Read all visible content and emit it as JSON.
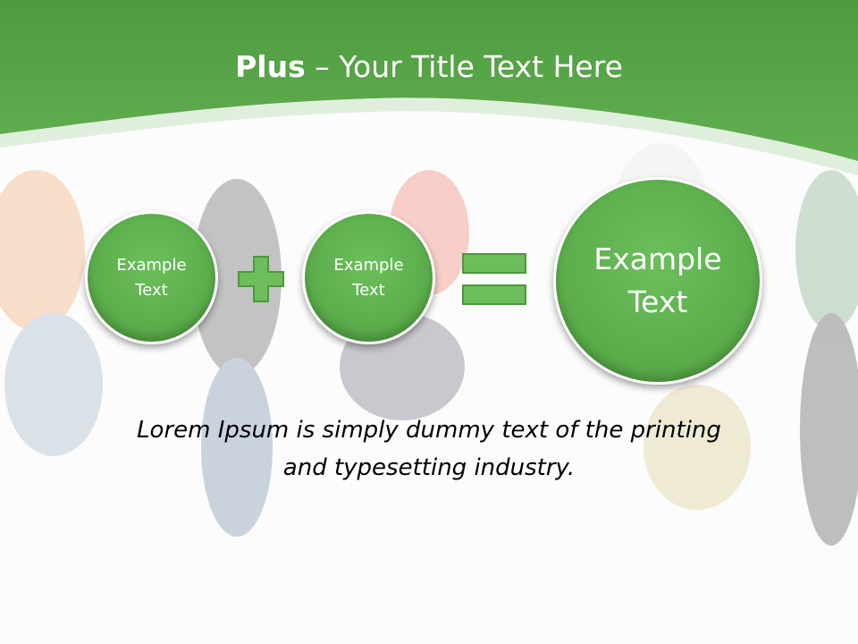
{
  "slide": {
    "title_bold": "Plus",
    "title_rest": " – Your Title Text Here",
    "circles": [
      {
        "text": "Example\nText"
      },
      {
        "text": "Example\nText"
      },
      {
        "text": "Example\nText"
      }
    ],
    "body_text": "Lorem Ipsum is simply dummy text of the printing\nand typesetting industry."
  },
  "colors": {
    "header_green": "#5cae4c",
    "circle_green": "#5cae4c",
    "symbol_green": "#6dbd5c"
  },
  "icons": [
    "plus-icon",
    "equals-icon"
  ]
}
